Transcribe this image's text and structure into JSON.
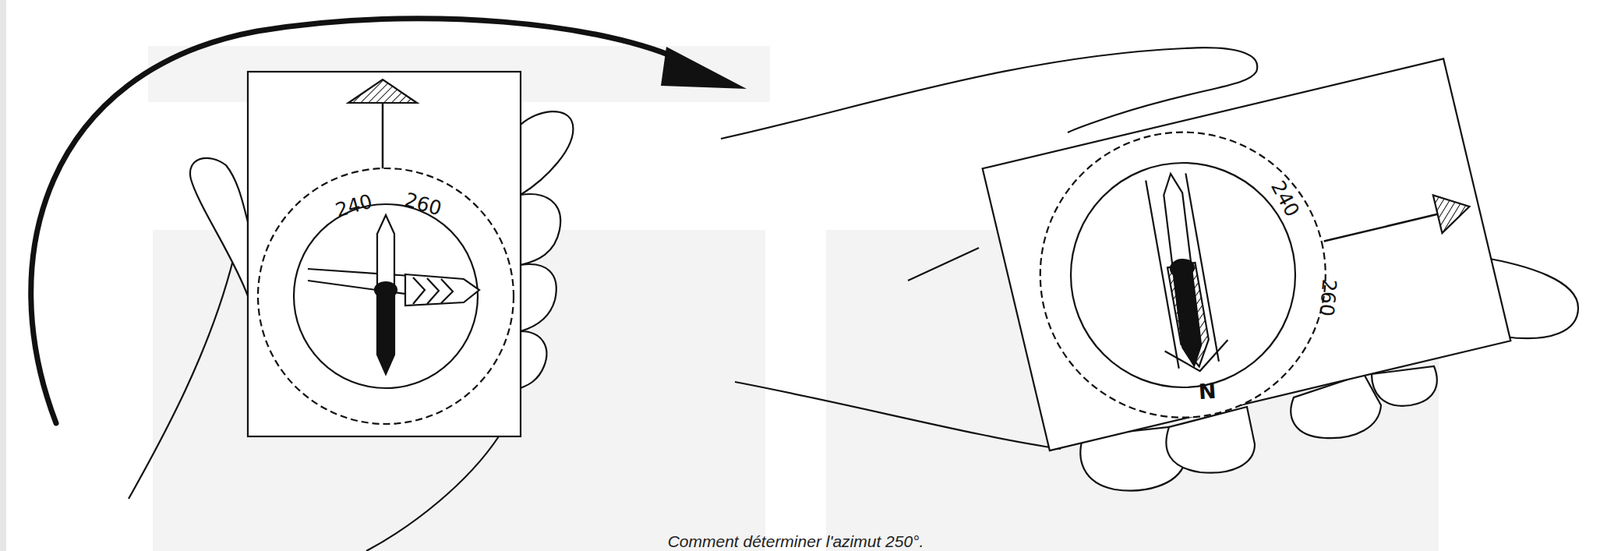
{
  "diagram": {
    "caption": "Comment déterminer l'azimut 250°.",
    "labels": [
      "240",
      "260",
      "240",
      "260",
      "N"
    ]
  }
}
